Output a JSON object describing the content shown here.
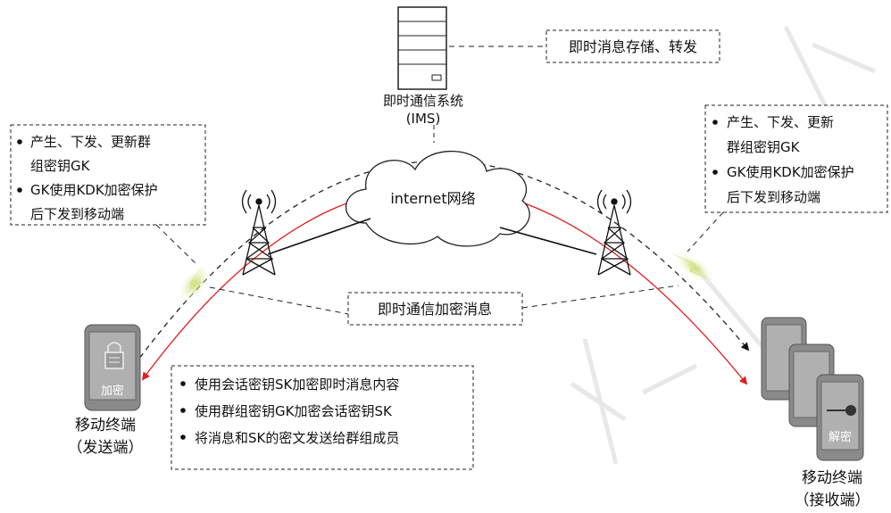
{
  "server": {
    "name": "即时通信系统",
    "abbr": "(IMS)",
    "storage_label": "即时消息存储、转发"
  },
  "network": {
    "label": "internet网络"
  },
  "encrypted_message_label": "即时通信加密消息",
  "left_note": {
    "items": [
      "产生、下发、更新群",
      "组密钥GK",
      "GK使用KDK加密保护",
      "后下发到移动端"
    ]
  },
  "right_note": {
    "items": [
      "产生、下发、更新",
      "群组密钥GK",
      "GK使用KDK加密保护",
      "后下发到移动端"
    ]
  },
  "center_note": {
    "items": [
      "使用会话密钥SK加密即时消息内容",
      "使用群组密钥GK加密会话密钥SK",
      "将消息和SK的密文发送给群组成员"
    ]
  },
  "sender": {
    "phone_label": "加密",
    "title": "移动终端",
    "subtitle": "（发送端）"
  },
  "receiver": {
    "phone_label": "解密",
    "title": "移动终端",
    "subtitle": "（接收端）"
  },
  "colors": {
    "red_arc": "#e02020",
    "dash": "#333333",
    "phone_gray": "#8a8a8a",
    "bolt": "#c8d86a"
  }
}
